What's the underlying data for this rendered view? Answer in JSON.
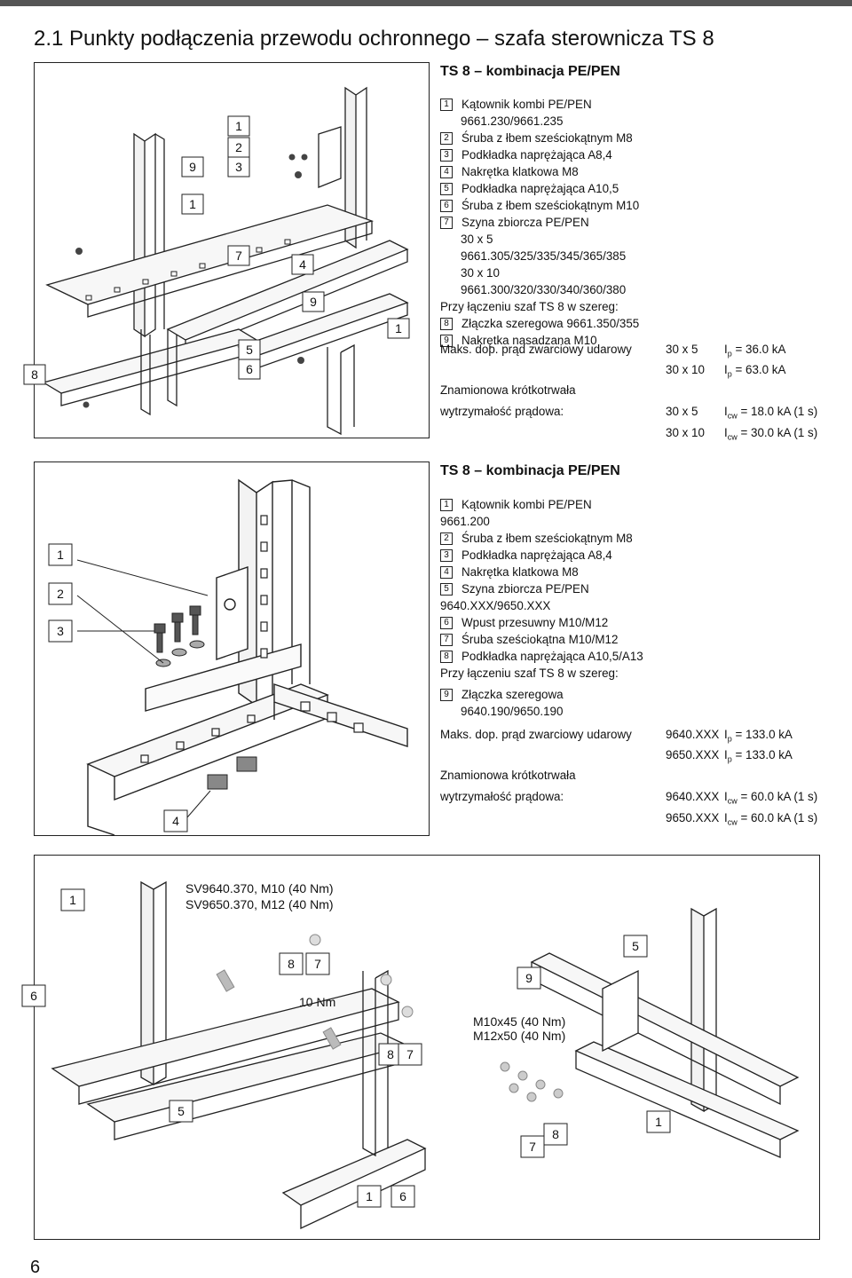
{
  "header": {
    "title": "2.1 Punkty podłączenia przewodu ochronnego – szafa sterownicza TS 8"
  },
  "section1": {
    "heading": "TS 8 – kombinacja PE/PEN",
    "items": [
      {
        "num": "1",
        "text": "Kątownik kombi PE/PEN"
      },
      {
        "num": "",
        "text": "9661.230/9661.235"
      },
      {
        "num": "2",
        "text": "Śruba z łbem sześciokątnym M8"
      },
      {
        "num": "3",
        "text": "Podkładka naprężająca A8,4"
      },
      {
        "num": "4",
        "text": "Nakrętka klatkowa M8"
      },
      {
        "num": "5",
        "text": "Podkładka naprężająca A10,5"
      },
      {
        "num": "6",
        "text": "Śruba z łbem sześciokątnym M10"
      },
      {
        "num": "7",
        "text": "Szyna zbiorcza PE/PEN"
      },
      {
        "num": "",
        "text": "30 x 5"
      },
      {
        "num": "",
        "text": "9661.305/325/335/345/365/385"
      },
      {
        "num": "",
        "text": "30 x 10"
      },
      {
        "num": "",
        "text": "9661.300/320/330/340/360/380"
      },
      {
        "num": "-",
        "text": "Przy łączeniu szaf TS 8 w szereg:"
      },
      {
        "num": "8",
        "text": "Złączka szeregowa 9661.350/355"
      },
      {
        "num": "9",
        "text": "Nakrętka nasadzana M10"
      }
    ],
    "rating": {
      "label1": "Maks. dop. prąd zwarciowy udarowy",
      "label2": "Znamionowa krótkotrwała",
      "label3": "wytrzymałość prądowa:",
      "rows": [
        {
          "size": "30 x 5",
          "sym": "I",
          "sub": "p",
          "val": " = 36.0 kA"
        },
        {
          "size": "30 x 10",
          "sym": "I",
          "sub": "p",
          "val": " = 63.0 kA"
        },
        {
          "size": "30 x 5",
          "sym": "I",
          "sub": "cw",
          "val": " = 18.0 kA (1 s)"
        },
        {
          "size": "30 x 10",
          "sym": "I",
          "sub": "cw",
          "val": " = 30.0 kA (1 s)"
        }
      ]
    },
    "callouts": [
      "1",
      "2",
      "3",
      "9",
      "1",
      "7",
      "4",
      "9",
      "1",
      "8",
      "5",
      "6"
    ]
  },
  "section2": {
    "heading": "TS 8 – kombinacja PE/PEN",
    "items": [
      {
        "num": "1",
        "text": "Kątownik kombi PE/PEN"
      },
      {
        "num": "-",
        "text": "9661.200"
      },
      {
        "num": "2",
        "text": "Śruba z łbem sześciokątnym M8"
      },
      {
        "num": "3",
        "text": "Podkładka naprężająca A8,4"
      },
      {
        "num": "4",
        "text": "Nakrętka klatkowa M8"
      },
      {
        "num": "5",
        "text": "Szyna zbiorcza PE/PEN"
      },
      {
        "num": "-",
        "text": "9640.XXX/9650.XXX"
      },
      {
        "num": "6",
        "text": "Wpust przesuwny M10/M12"
      },
      {
        "num": "7",
        "text": "Śruba sześciokątna  M10/M12"
      },
      {
        "num": "8",
        "text": "Podkładka naprężająca A10,5/A13"
      },
      {
        "num": "-",
        "text": "Przy łączeniu szaf TS 8 w szereg:"
      }
    ],
    "items_extra": [
      {
        "num": "9",
        "text": "Złączka szeregowa"
      },
      {
        "num": "",
        "text": "9640.190/9650.190"
      }
    ],
    "rating": {
      "label1": "Maks. dop. prąd zwarciowy udarowy",
      "label2": "Znamionowa krótkotrwała",
      "label3": "wytrzymałość prądowa:",
      "rows": [
        {
          "size": "9640.XXX",
          "sym": "I",
          "sub": "p",
          "val": " = 133.0 kA"
        },
        {
          "size": "9650.XXX",
          "sym": "I",
          "sub": "p",
          "val": " = 133.0 kA"
        },
        {
          "size": "9640.XXX",
          "sym": "I",
          "sub": "cw",
          "val": " = 60.0 kA (1 s)"
        },
        {
          "size": "9650.XXX",
          "sym": "I",
          "sub": "cw",
          "val": " = 60.0 kA (1 s)"
        }
      ]
    },
    "callouts": [
      "1",
      "2",
      "3",
      "4"
    ]
  },
  "section3": {
    "torque1": "SV9640.370, M10   (40 Nm)",
    "torque2": "SV9650.370, M12   (40 Nm)",
    "torque3": "10 Nm",
    "torque4": "M10x45 (40 Nm)",
    "torque5": "M12x50 (40 Nm)",
    "callouts": [
      "1",
      "6",
      "8",
      "7",
      "8",
      "7",
      "5",
      "5",
      "9",
      "7",
      "8",
      "1",
      "1",
      "6"
    ]
  },
  "footer": {
    "page": "6"
  }
}
